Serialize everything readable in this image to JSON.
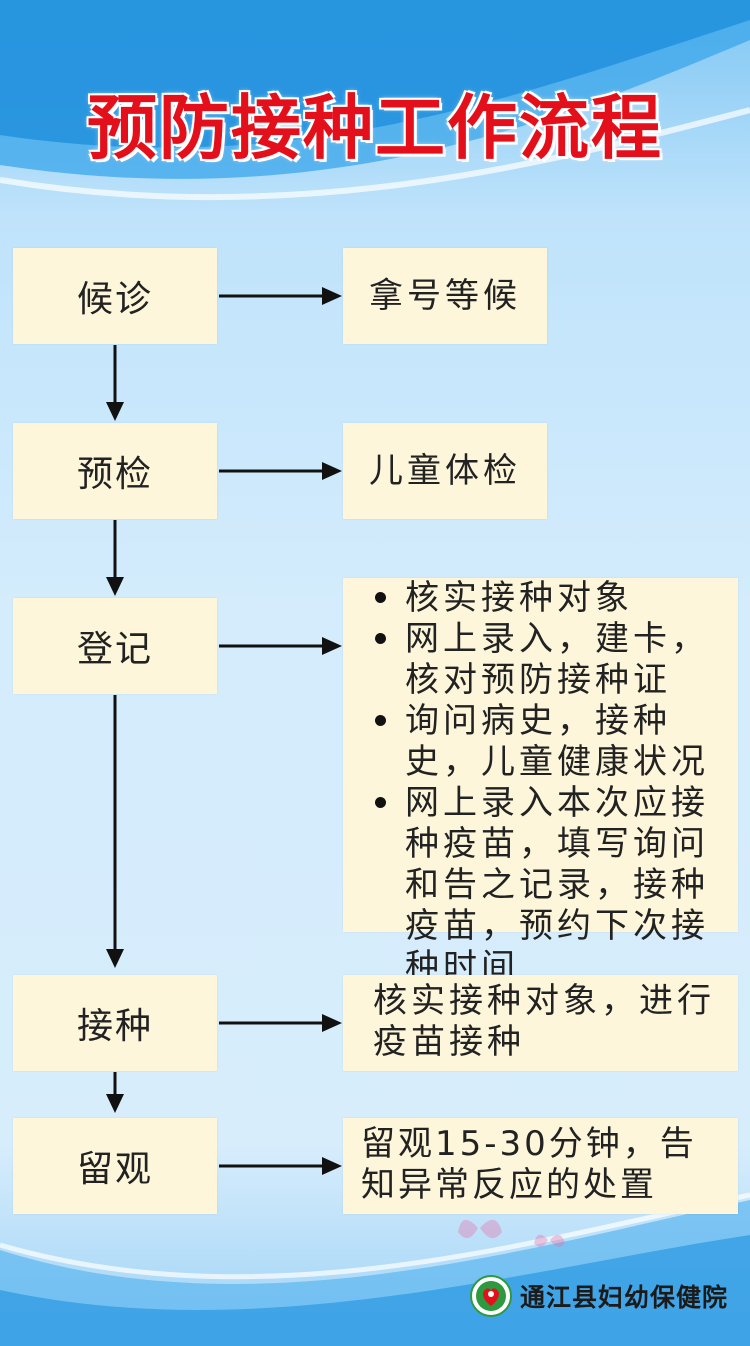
{
  "title": "预防接种工作流程",
  "steps": [
    {
      "label": "候诊",
      "result": "拿号等候"
    },
    {
      "label": "预检",
      "result": "儿童体检"
    },
    {
      "label": "登记",
      "result_items": [
        "核实接种对象",
        "网上录入，建卡，核对预防接种证",
        "询问病史，接种史，儿童健康状况",
        "网上录入本次应接种疫苗，填写询问和告之记录，接种疫苗，预约下次接种时间"
      ]
    },
    {
      "label": "接种",
      "result": "核实接种对象，进行疫苗接种"
    },
    {
      "label": "留观",
      "result": "留观15-30分钟，告知异常反应的处置"
    }
  ],
  "footer": {
    "org": "通江县妇幼保健院",
    "logo_icon": "maternal-child-health-logo-icon"
  },
  "colors": {
    "title": "#e3101c",
    "box": "#fdf6db",
    "background": "#d4ecfc"
  }
}
